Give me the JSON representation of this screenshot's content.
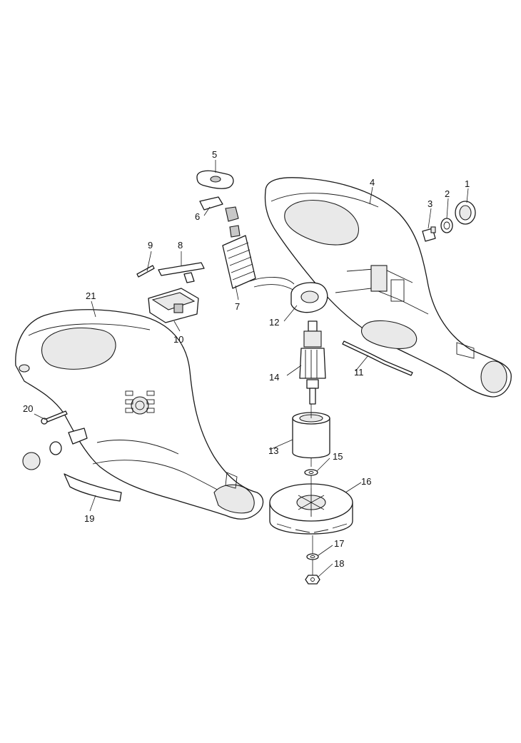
{
  "parts": [
    {
      "id": "part-1",
      "number": "1"
    },
    {
      "id": "part-2",
      "number": "2"
    },
    {
      "id": "part-3",
      "number": "3"
    },
    {
      "id": "part-4",
      "number": "4"
    },
    {
      "id": "part-5",
      "number": "5"
    },
    {
      "id": "part-6",
      "number": "6"
    },
    {
      "id": "part-7",
      "number": "7"
    },
    {
      "id": "part-8",
      "number": "8"
    },
    {
      "id": "part-9",
      "number": "9"
    },
    {
      "id": "part-10",
      "number": "10"
    },
    {
      "id": "part-11",
      "number": "11"
    },
    {
      "id": "part-12",
      "number": "12"
    },
    {
      "id": "part-13",
      "number": "13"
    },
    {
      "id": "part-14",
      "number": "14"
    },
    {
      "id": "part-15",
      "number": "15"
    },
    {
      "id": "part-16",
      "number": "16"
    },
    {
      "id": "part-17",
      "number": "17"
    },
    {
      "id": "part-18",
      "number": "18"
    },
    {
      "id": "part-19",
      "number": "19"
    },
    {
      "id": "part-20",
      "number": "20"
    },
    {
      "id": "part-21",
      "number": "21"
    }
  ]
}
